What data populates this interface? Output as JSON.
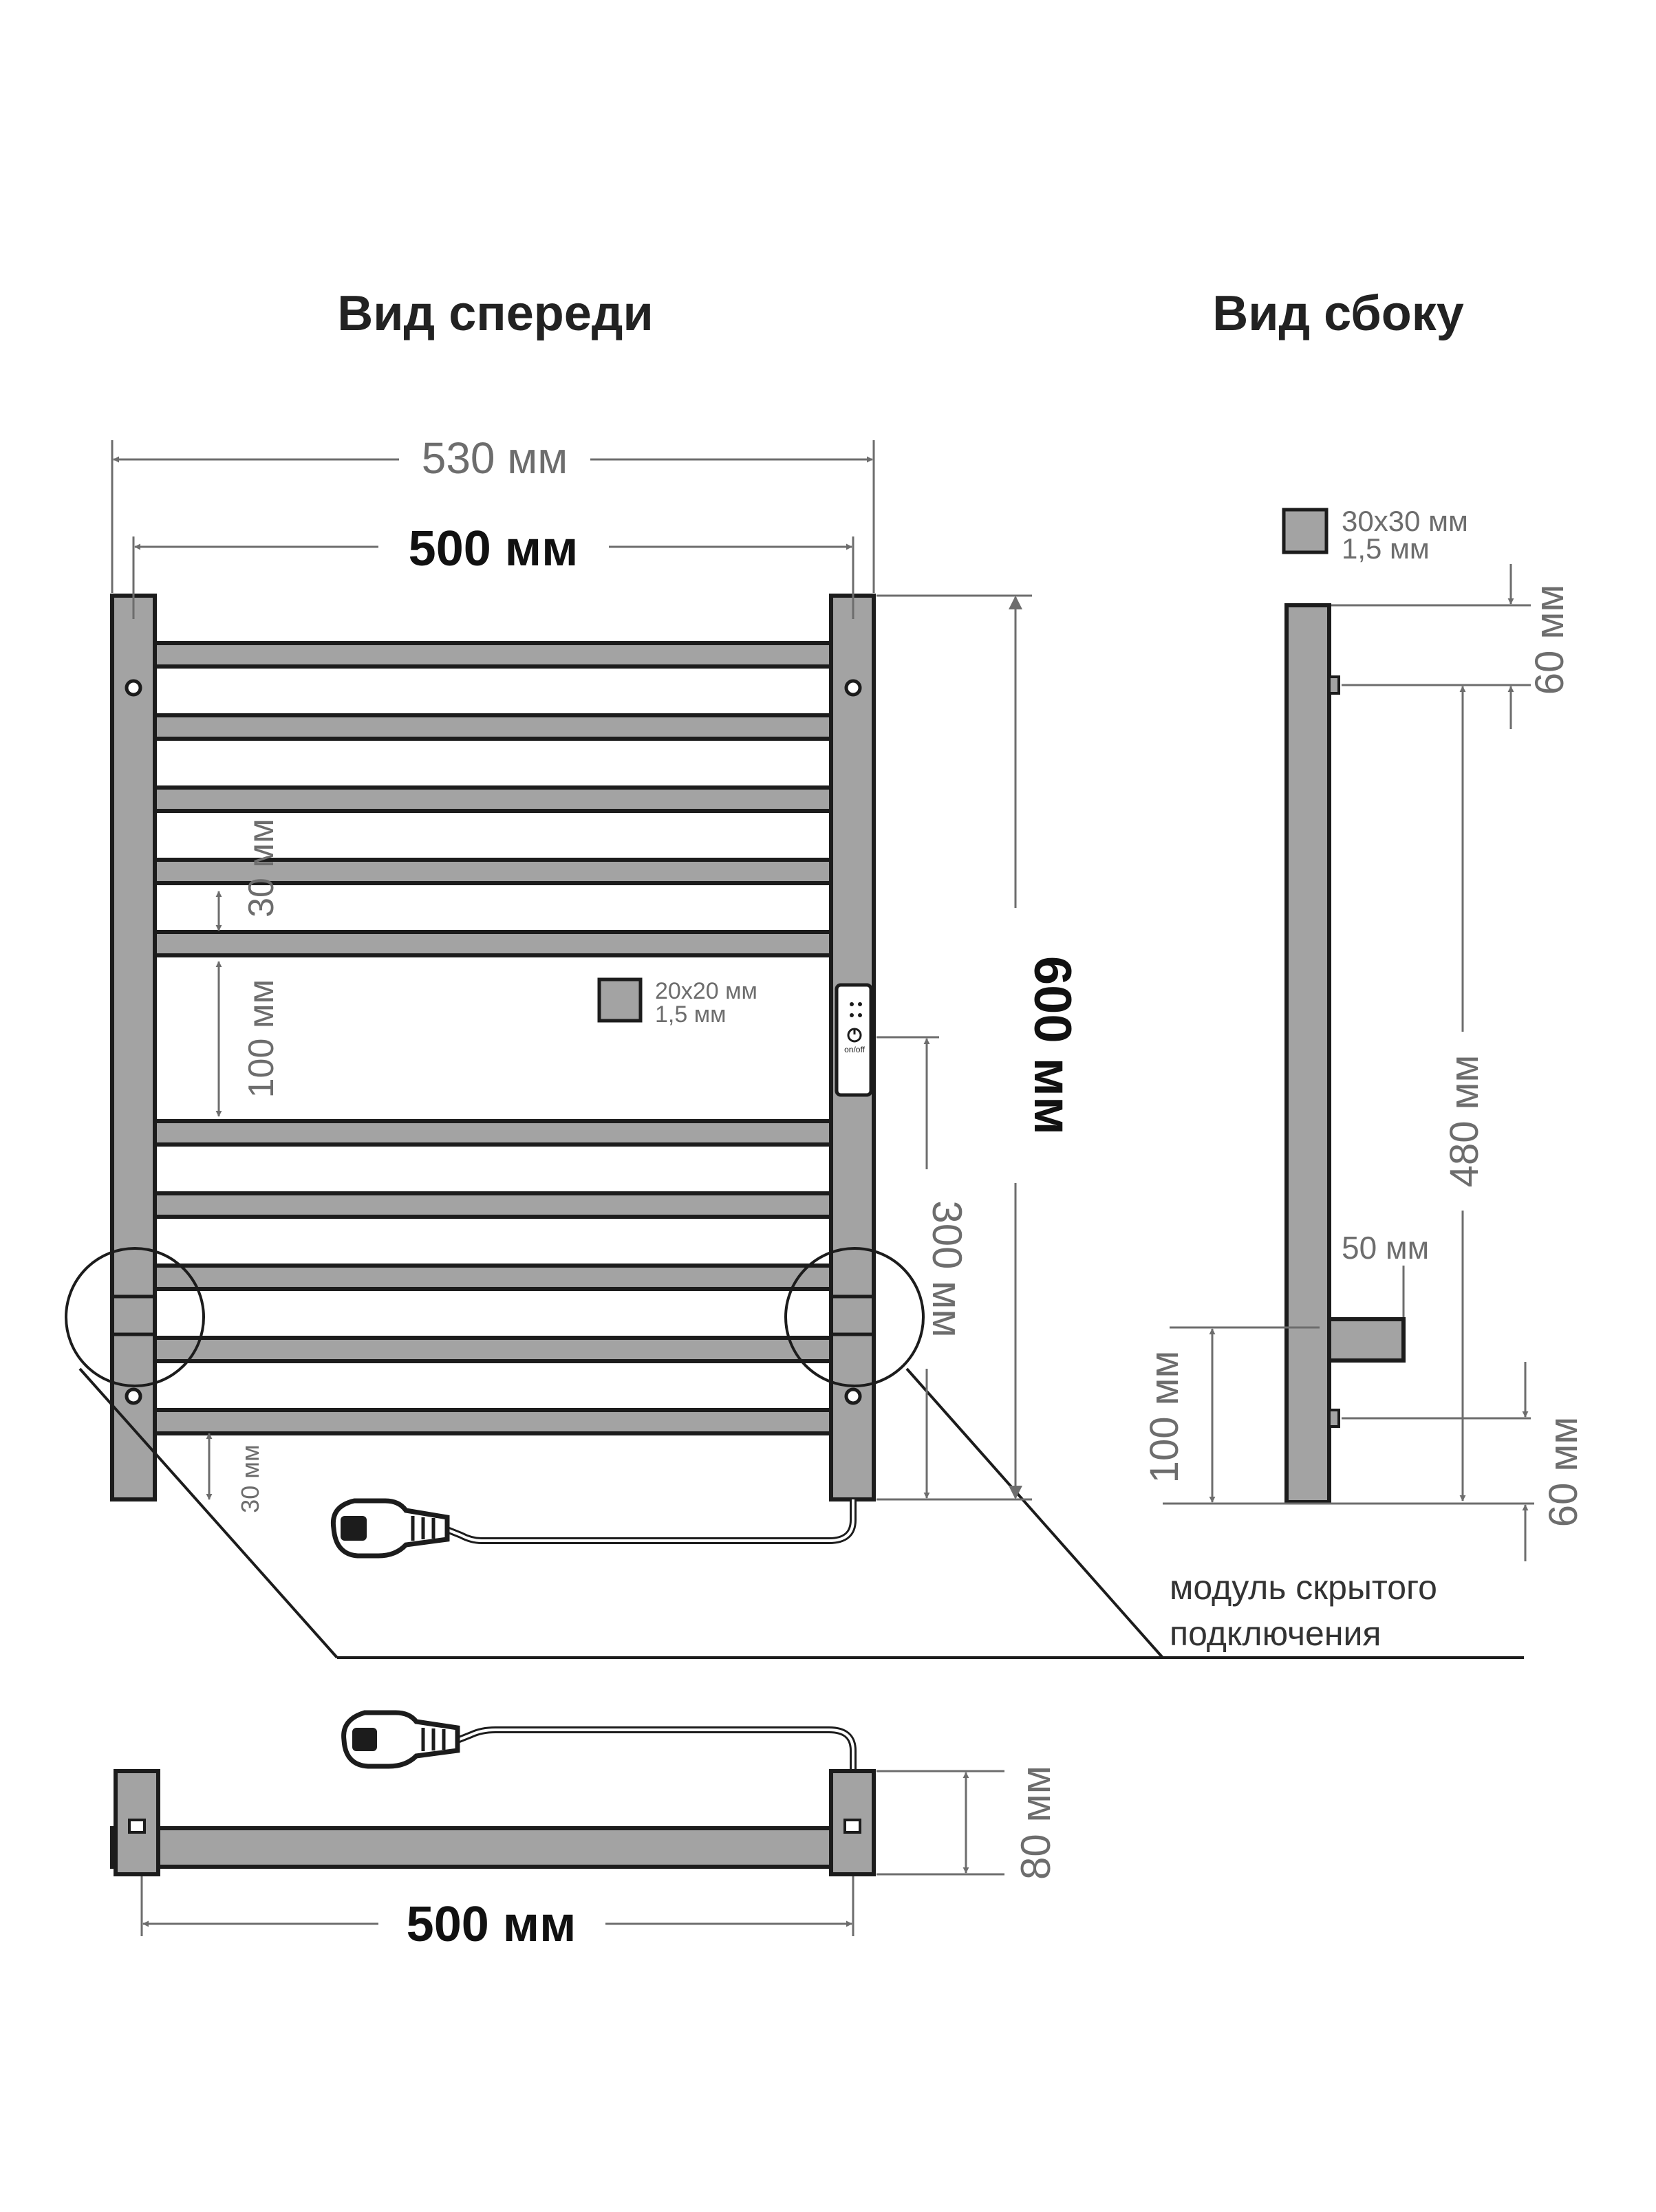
{
  "titles": {
    "front": "Вид спереди",
    "side": "Вид сбоку"
  },
  "front_view": {
    "overall_width": "530 мм",
    "axis_width": "500 мм",
    "height": "600 мм",
    "rung_gap": "30 мм",
    "middle_gap": "100 мм",
    "mount_spacing": "300 мм",
    "bottom_offset": "30 мм",
    "rung_profile_size": "20x20 мм",
    "rung_profile_wall": "1,5 мм",
    "control_label": "on/off"
  },
  "side_view": {
    "post_profile_size": "30x30 мм",
    "post_profile_wall": "1,5 мм",
    "top_offset": "60 мм",
    "mount_spacing": "480 мм",
    "bracket_depth": "50 мм",
    "bracket_height": "100 мм",
    "bottom_offset": "60 мм"
  },
  "callout": {
    "line1": "модуль скрытого",
    "line2": "подключения"
  },
  "top_view": {
    "width": "500 мм",
    "depth": "80 мм"
  },
  "colors": {
    "frame_fill": "#a3a3a3",
    "outline": "#1c1c1c",
    "dimension": "#6d6d6d",
    "ink": "#111111"
  }
}
